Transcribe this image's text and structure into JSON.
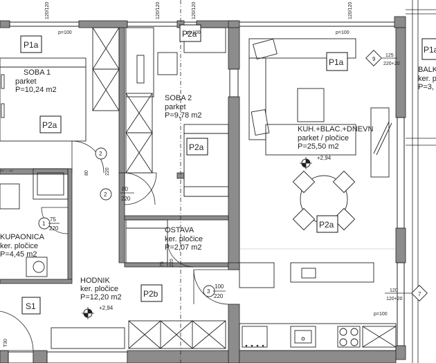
{
  "rooms": {
    "soba1": {
      "name": "SOBA 1",
      "floor": "parket",
      "area": "P=10,24 m2"
    },
    "soba2": {
      "name": "SOBA 2",
      "floor": "parket",
      "area": "P=9,78 m2"
    },
    "kuh": {
      "name": "KUH.+BLAC.+DNEVN",
      "floor": "parket / pločice",
      "area": "P=25,50 m2"
    },
    "kupaonica": {
      "name": "KUPAONICA",
      "floor": "ker. pločice",
      "area": "P=4,45 m2"
    },
    "ostava": {
      "name": "OSTAVA",
      "floor": "ker. pločice",
      "area": "P=2,07 m2"
    },
    "hodnik": {
      "name": "HODNIK",
      "floor": "ker. pločice",
      "area": "P=12,20 m2"
    },
    "balkon": {
      "name": "BALK",
      "floor": "ker. p",
      "area": "P=3,"
    }
  },
  "tags": {
    "p1a": "P1a",
    "p2a": "P2a",
    "p2b": "P2b",
    "s1": "S1"
  },
  "levels": {
    "hodnik": "+2,94",
    "kuh": "+2,94"
  },
  "sill_labels": {
    "p100": "p=100"
  },
  "doors": {
    "d2": {
      "num": "2",
      "w": "80",
      "h": "220"
    },
    "d1": {
      "num": "1",
      "w": "75",
      "h": "220"
    },
    "d3": {
      "num": "3",
      "w": "100",
      "h": "220"
    },
    "d_ostava": {
      "w": "75",
      "h": "220"
    }
  },
  "windows": {
    "w9": {
      "num": "9",
      "w": "125",
      "h": "220+20"
    },
    "w7": {
      "num": "7",
      "w": "120",
      "h": "120+20"
    },
    "top_label": "120/120"
  },
  "side_label": "T30"
}
